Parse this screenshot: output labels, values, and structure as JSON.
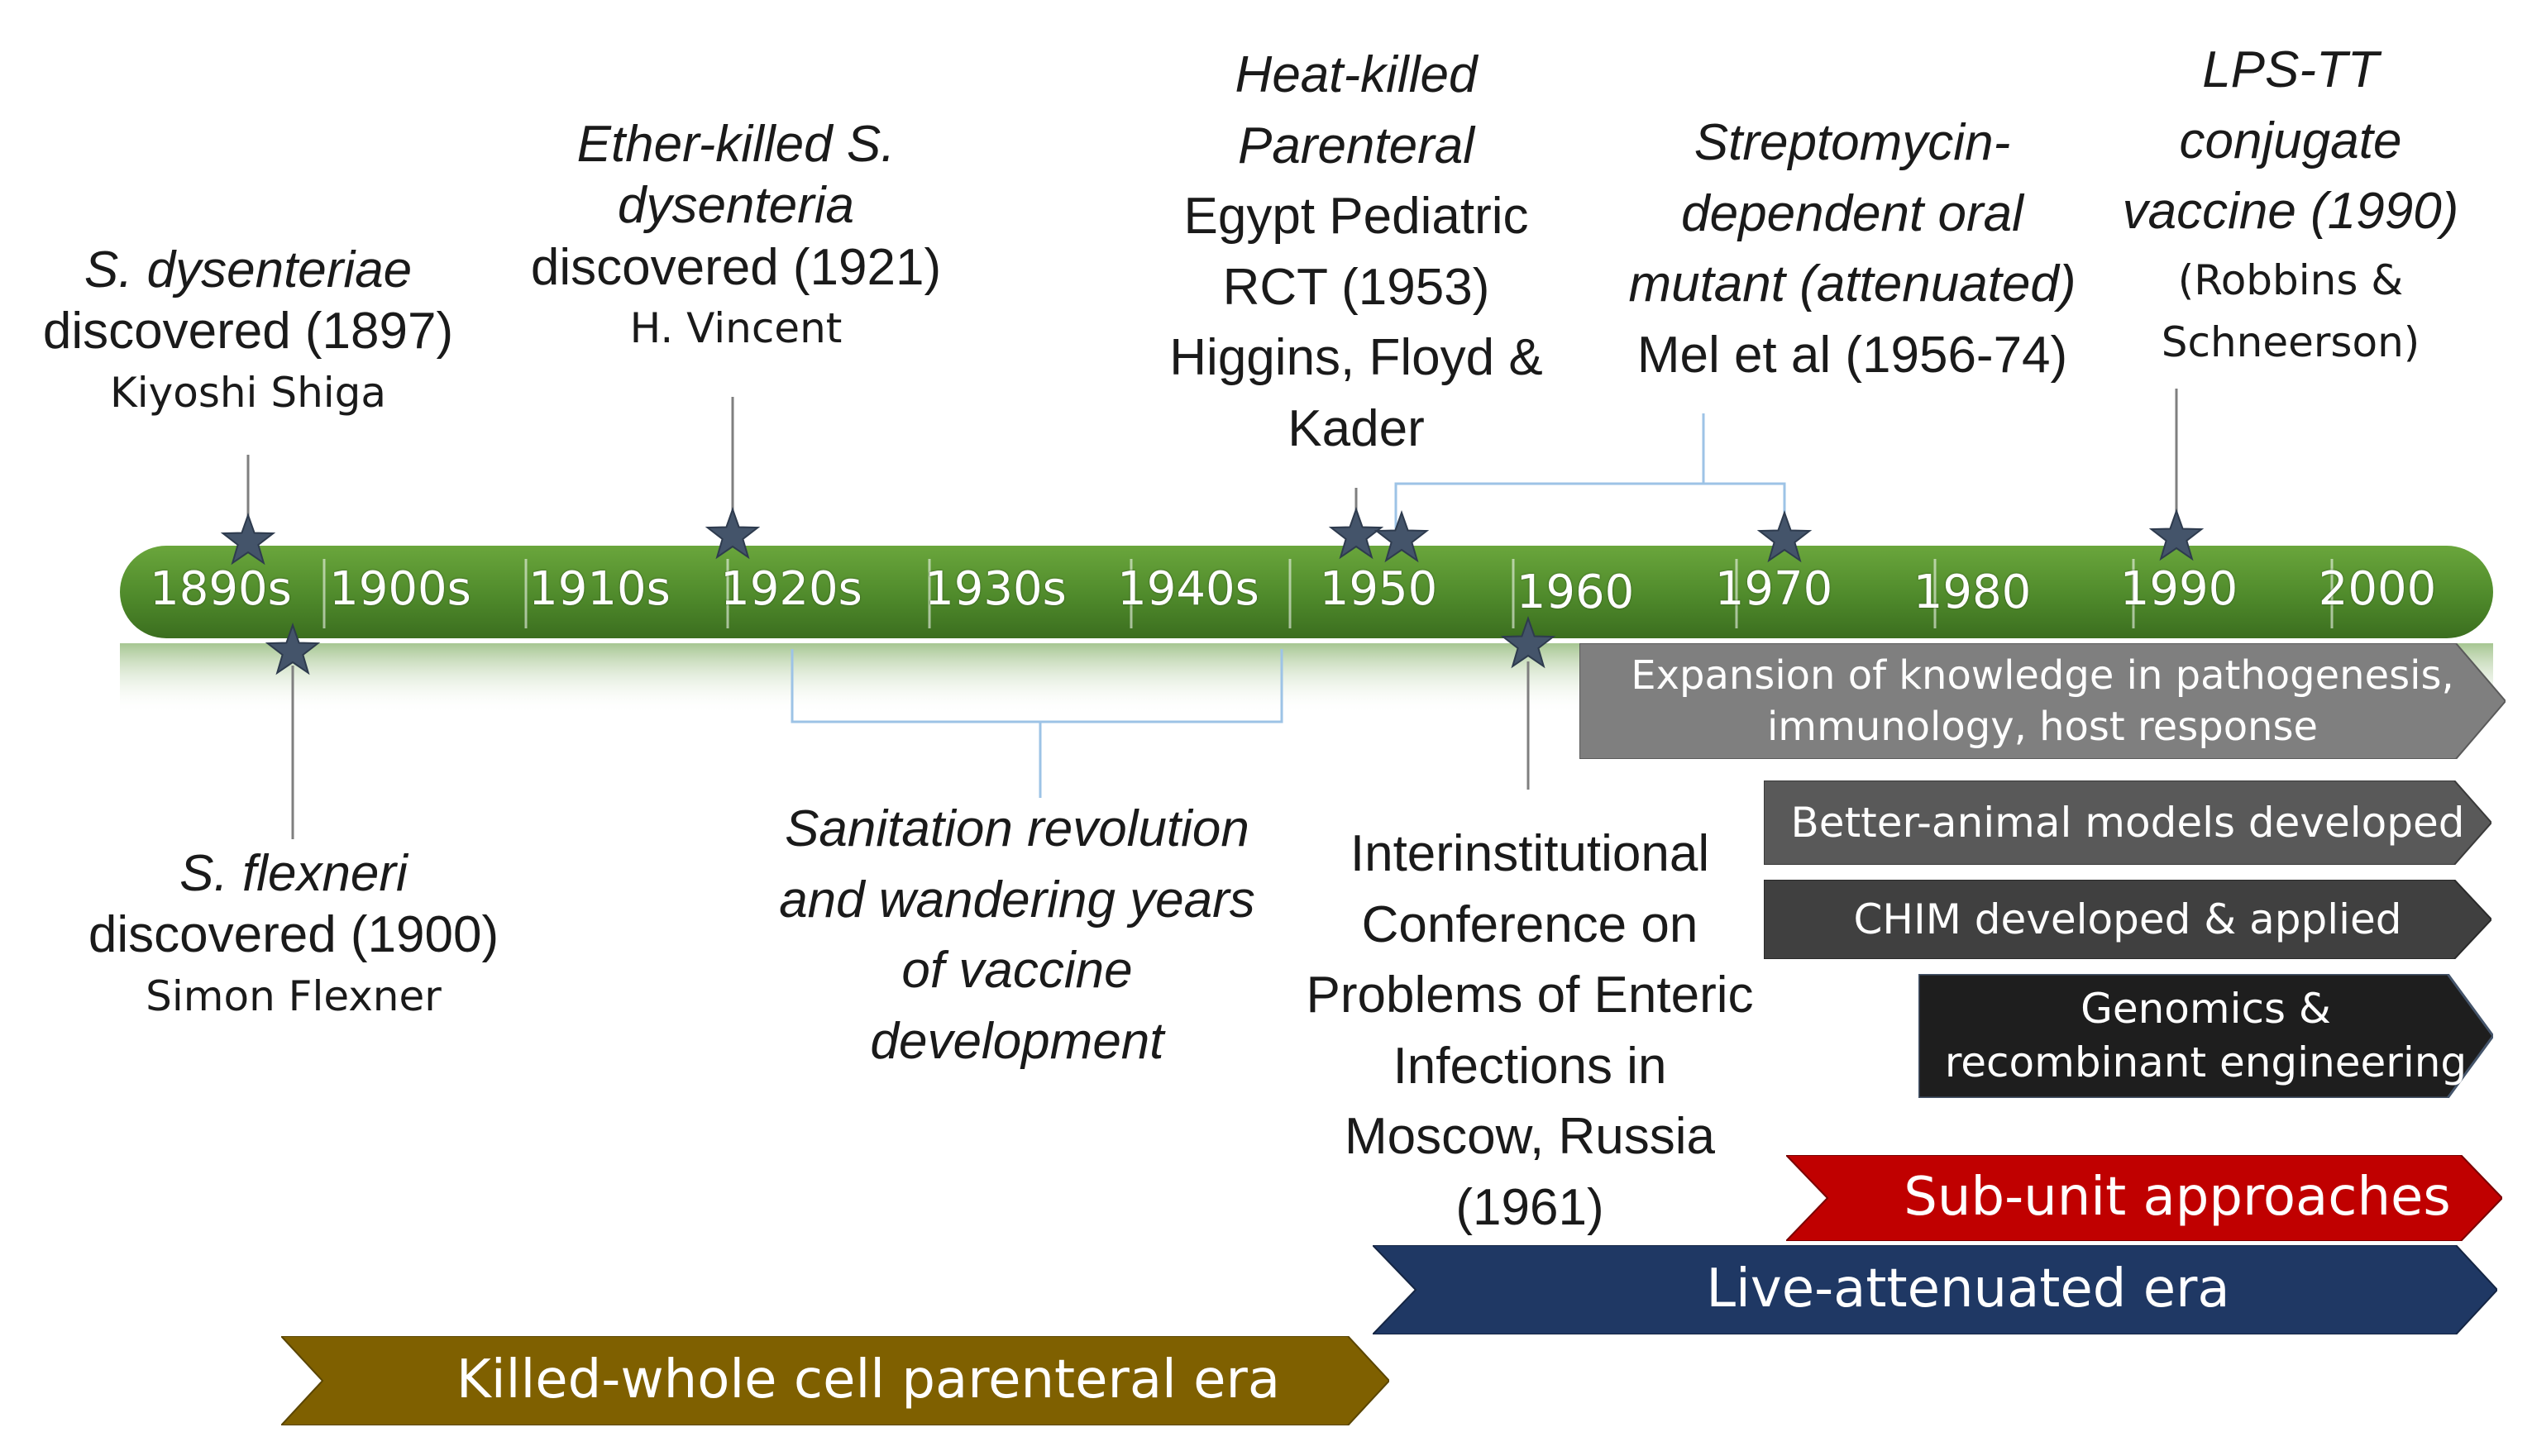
{
  "decades": [
    "1890s",
    "1900s",
    "1910s",
    "1920s",
    "1930s",
    "1940s",
    "1950",
    "1960",
    "1970",
    "1980",
    "1990",
    "2000"
  ],
  "events": {
    "dysenteriae": {
      "title": "S. dysenteriae",
      "line2": "discovered (1897)",
      "author": "Kiyoshi Shiga"
    },
    "ether_killed": {
      "title": "Ether-killed S.",
      "line2": "dysenteria",
      "line3": "discovered (1921)",
      "author": "H. Vincent"
    },
    "heat_killed": {
      "line1": "Heat-killed",
      "line2": "Parenteral",
      "line3": "Egypt Pediatric",
      "line4": "RCT (1953)",
      "line5": "Higgins, Floyd &",
      "line6": "Kader"
    },
    "streptomycin": {
      "line1": "Streptomycin-",
      "line2": "dependent oral",
      "line3": "mutant (attenuated)",
      "line4": "Mel et al (1956-74)"
    },
    "lps_tt": {
      "line1": "LPS-TT",
      "line2": "conjugate",
      "line3": "vaccine (1990)",
      "author1": "(Robbins &",
      "author2": "Schneerson)"
    },
    "flexneri": {
      "title": "S. flexneri",
      "line2": "discovered (1900)",
      "author": "Simon Flexner"
    },
    "sanitation": {
      "line1": "Sanitation revolution",
      "line2": "and wandering years",
      "line3": "of vaccine",
      "line4": "development"
    },
    "conference": {
      "line1": "Interinstitutional",
      "line2": "Conference on",
      "line3": "Problems of Enteric",
      "line4": "Infections in",
      "line5": "Moscow, Russia",
      "line6": "(1961)"
    }
  },
  "bands": {
    "expansion": {
      "line1": "Expansion of knowledge in pathogenesis,",
      "line2": "immunology, host response",
      "color": "#7f7f7f"
    },
    "animal": {
      "label": "Better-animal models developed",
      "color": "#595959"
    },
    "chim": {
      "label": "CHIM developed & applied",
      "color": "#404040"
    },
    "genomics": {
      "line1": "Genomics &",
      "line2": "recombinant engineering",
      "color": "#1e1e1e"
    },
    "subunit": {
      "label": "Sub-unit approaches",
      "color": "#c00000"
    },
    "live": {
      "label": "Live-attenuated era",
      "color": "#1f3864"
    },
    "killed": {
      "label": "Killed-whole cell parenteral era",
      "color": "#7f6000"
    }
  },
  "colors": {
    "timeline": "#4f8a2b",
    "star": "#44546a",
    "connector": "#9dc3e6"
  }
}
